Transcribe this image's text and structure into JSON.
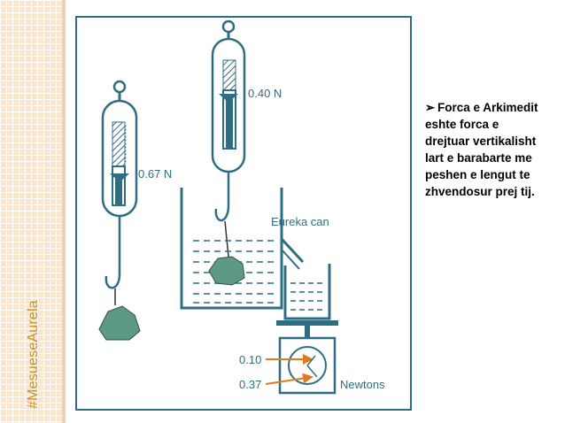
{
  "slide": {
    "watermark": "#MesueseAurela",
    "bullet": {
      "marker": "➢",
      "text": "Forca e Arkimedit eshte forca e drejtuar vertikalisht lart e barabarte me peshen e lengut te zhvendosur prej tij."
    }
  },
  "diagram": {
    "reading_left_scale": "0.67 N",
    "reading_right_scale": "0.40 N",
    "label_can": "Eureka can",
    "reading_scale_top": "0.10",
    "reading_scale_bottom": "0.37",
    "label_unit": "Newtons"
  },
  "colors": {
    "diagram_line": "#2f6e82",
    "orange_arrow": "#e07b22",
    "stone": "#5c9a86",
    "background_band": "#f8e6cf",
    "watermark": "#c8902e"
  }
}
